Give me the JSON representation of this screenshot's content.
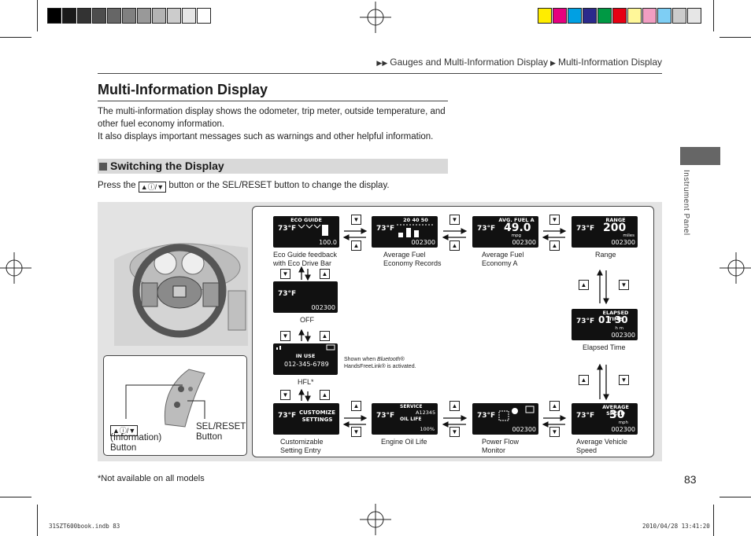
{
  "header": {
    "breadcrumb_prefix": "▶▶",
    "breadcrumb_section": "Gauges and Multi-Information Display",
    "breadcrumb_sep": "▶",
    "breadcrumb_page": "Multi-Information Display"
  },
  "page": {
    "title": "Multi-Information Display",
    "intro_1": "The multi-information display shows the odometer, trip meter, outside temperature, and other fuel economy information.",
    "intro_2": "It also displays important messages such as warnings and other helpful information.",
    "section_heading": "Switching the Display",
    "press_before": "Press the",
    "press_button": "▲ⓘ/▼",
    "press_after": "button or the SEL/RESET button to change the display.",
    "side_tab_label": "Instrument Panel",
    "footnote": "*Not available on all models",
    "page_number": "83"
  },
  "figure": {
    "inset_info_btn": "▲ⓘ/▼",
    "inset_info_label_1": "(Information)",
    "inset_info_label_2": "Button",
    "inset_sel_label_1": "SEL/RESET",
    "inset_sel_label_2": "Button",
    "up": "▲",
    "down": "▼",
    "temp": "73°F",
    "hfl_note_1": "Shown when",
    "hfl_note_brand": "Bluetooth",
    "hfl_note_2": "® HandsFreeLink® is activated.",
    "screens": {
      "eco": {
        "head": "ECO GUIDE",
        "odo": "100.0",
        "label": "Eco Guide feedback with Eco Drive Bar"
      },
      "records": {
        "head": "20 40 50",
        "odo": "002300",
        "label": "Average Fuel Economy Records"
      },
      "avg_a": {
        "head": "AVG. FUEL A",
        "value": "49.0",
        "unit": "mpg",
        "odo": "002300",
        "label": "Average Fuel Economy A"
      },
      "range": {
        "head": "RANGE",
        "value": "200",
        "unit": "miles",
        "odo": "002300",
        "label": "Range"
      },
      "off": {
        "odo": "002300",
        "label": "OFF"
      },
      "elapsed": {
        "head": "ELAPSED TIME",
        "value": "01 30",
        "unit": "h    m",
        "odo": "002300",
        "label": "Elapsed Time"
      },
      "hfl": {
        "head": "IN USE",
        "value": "012-345-6789",
        "label": "HFL*"
      },
      "avg_speed": {
        "head": "AVERAGE SPEED",
        "value": "30",
        "unit": "mph",
        "odo": "002300",
        "label": "Average Vehicle Speed"
      },
      "customize": {
        "head": "CUSTOMIZE SETTINGS",
        "label": "Customizable Setting Entry"
      },
      "oil": {
        "head": "SERVICE",
        "value": "A12345",
        "sub": "OIL LIFE",
        "pct": "100%",
        "label": "Engine Oil Life"
      },
      "power": {
        "odo": "002300",
        "label": "Power Flow Monitor"
      }
    }
  },
  "slug": {
    "file": "31SZT600book.indb   83",
    "date": "2010/04/28   13:41:20"
  }
}
